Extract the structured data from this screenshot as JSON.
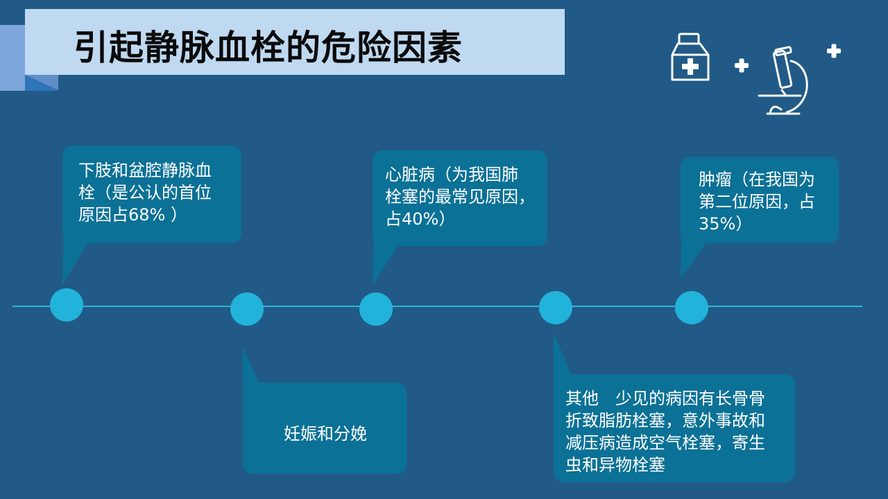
{
  "title": "引起静脉血栓的危险因素",
  "events": [
    {
      "text": "下肢和盆腔静脉血\n栓（是公认的首位\n原因占68% ）"
    },
    {
      "text": "妊娠和分娩"
    },
    {
      "text": "心脏病（为我国肺\n栓塞的最常见原因，\n占40%）"
    },
    {
      "text": "其他　少见的病因有长骨骨\n折致脂肪栓塞，意外事故和\n减压病造成空气栓塞，寄生\n虫和异物栓塞"
    },
    {
      "text": "肿瘤（在我国为\n第二位原因，占\n35%）"
    }
  ],
  "icons": [
    "medicine-bottle-icon",
    "plus-icon",
    "microscope-icon",
    "plus-icon"
  ]
}
